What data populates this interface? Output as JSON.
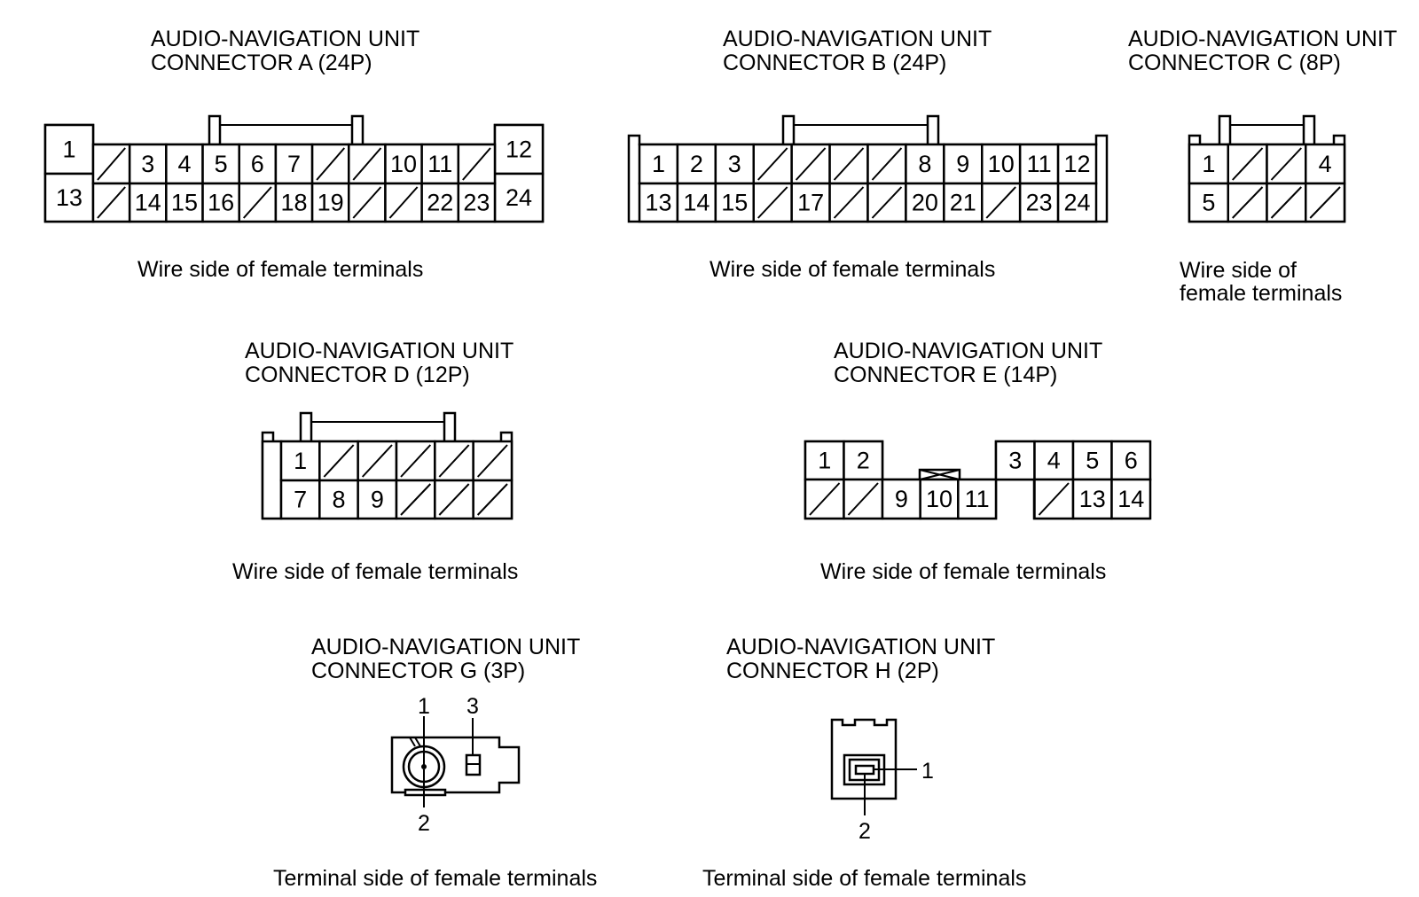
{
  "connectors": {
    "A": {
      "title1": "AUDIO-NAVIGATION UNIT",
      "title2": "CONNECTOR A (24P)",
      "caption": "Wire side of female terminals",
      "top_row": [
        "1",
        "",
        "3",
        "4",
        "5",
        "6",
        "7",
        "",
        "",
        "10",
        "11",
        "",
        "12"
      ],
      "bottom_row": [
        "13",
        "",
        "14",
        "15",
        "16",
        "",
        "18",
        "19",
        "",
        "",
        "22",
        "23",
        "24"
      ]
    },
    "B": {
      "title1": "AUDIO-NAVIGATION UNIT",
      "title2": "CONNECTOR B (24P)",
      "caption": "Wire side of female terminals",
      "top_row": [
        "1",
        "2",
        "3",
        "",
        "",
        "",
        "",
        "8",
        "9",
        "10",
        "11",
        "12"
      ],
      "bottom_row": [
        "13",
        "14",
        "15",
        "",
        "17",
        "",
        "",
        "20",
        "21",
        "",
        "23",
        "24"
      ]
    },
    "C": {
      "title1": "AUDIO-NAVIGATION UNIT",
      "title2": "CONNECTOR C (8P)",
      "caption1": "Wire side of",
      "caption2": "female terminals",
      "top_row": [
        "1",
        "",
        "",
        "4"
      ],
      "bottom_row": [
        "5",
        "",
        "",
        ""
      ]
    },
    "D": {
      "title1": "AUDIO-NAVIGATION UNIT",
      "title2": "CONNECTOR D (12P)",
      "caption": "Wire side of female terminals",
      "top_row": [
        "1",
        "",
        "",
        "",
        "",
        ""
      ],
      "bottom_row": [
        "7",
        "8",
        "9",
        "",
        "",
        ""
      ]
    },
    "E": {
      "title1": "AUDIO-NAVIGATION UNIT",
      "title2": "CONNECTOR E (14P)",
      "caption": "Wire side of female terminals",
      "left_top": [
        "1",
        "2"
      ],
      "left_bottom": [
        "",
        ""
      ],
      "mid_bottom": [
        "9",
        "10",
        "11"
      ],
      "right_top": [
        "3",
        "4",
        "5",
        "6"
      ],
      "right_bottom": [
        "",
        "",
        "13",
        "14"
      ]
    },
    "G": {
      "title1": "AUDIO-NAVIGATION UNIT",
      "title2": "CONNECTOR G (3P)",
      "caption": "Terminal side of female terminals",
      "pins": [
        "1",
        "2",
        "3"
      ]
    },
    "H": {
      "title1": "AUDIO-NAVIGATION UNIT",
      "title2": "CONNECTOR H (2P)",
      "caption": "Terminal side of female terminals",
      "pins": [
        "1",
        "2"
      ]
    }
  }
}
